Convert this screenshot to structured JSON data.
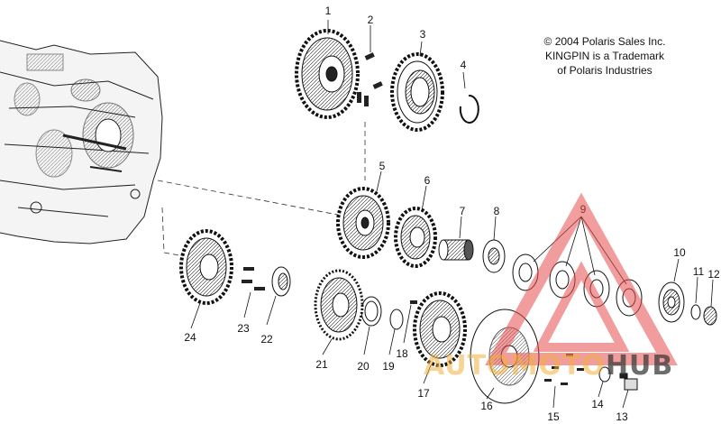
{
  "copyright": {
    "line1": "© 2004 Polaris Sales Inc.",
    "line2": "KINGPIN is a Trademark",
    "line3": "of Polaris Industries"
  },
  "watermark": {
    "part1": "AUTOMOTO",
    "part2": "HUB",
    "accent_color": "#f0af3c",
    "logo_color": "#e94e4e"
  },
  "callouts": [
    "1",
    "2",
    "3",
    "4",
    "5",
    "6",
    "7",
    "8",
    "9",
    "10",
    "11",
    "12",
    "13",
    "14",
    "15",
    "16",
    "17",
    "18",
    "19",
    "20",
    "21",
    "22",
    "23",
    "24"
  ]
}
